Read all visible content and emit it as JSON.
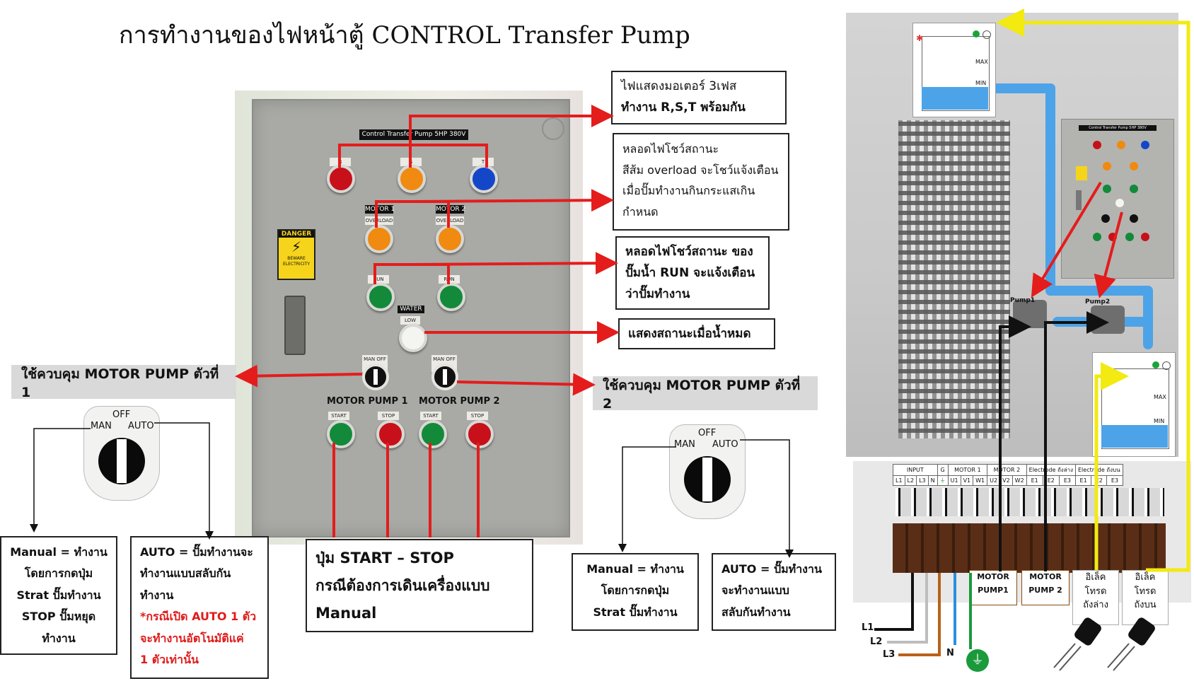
{
  "title": "การทำงานของไฟหน้าตู้ CONTROL Transfer  Pump",
  "panel": {
    "nameplate": "Control Transfer Pump 5HP 380V",
    "phase_labels": [
      "R",
      "S",
      "T"
    ],
    "motor_labels": [
      "MOTOR 1",
      "MOTOR 2"
    ],
    "overload_label": "OVERLOAD",
    "run_label": "RUN",
    "water_label": "WATER",
    "low_label": "LOW",
    "selector_label": "MAN OFF AUTO",
    "pump1_label": "MOTOR PUMP 1",
    "pump2_label": "MOTOR PUMP 2",
    "start_label": "START",
    "stop_label": "STOP",
    "danger_title": "DANGER",
    "danger_text": "BEWARE ELECTRICITY"
  },
  "callouts": {
    "phase": [
      "ไฟแสดงมอเตอร์ 3เฟส",
      "ทำงาน R,S,T พร้อมกัน"
    ],
    "overload": [
      "หลอดไฟโชว์สถานะ",
      "สีส้ม overload จะโชว์แจ้งเตือน",
      "เมื่อปั๊มทำงานกินกระแสเกิน",
      "กำหนด"
    ],
    "run": [
      "หลอดไฟโชว์สถานะ ของ",
      "ปั๊มน้ำ RUN จะแจ้งเตือน",
      "ว่าปั๊มทำงาน"
    ],
    "water": "แสดงสถานะเมื่อน้ำหมด",
    "control1": "ใช้ควบคุม MOTOR PUMP ตัวที่ 1",
    "control2": "ใช้ควบคุม MOTOR PUMP ตัวที่ 2"
  },
  "selector_switch": {
    "off": "OFF",
    "man": "MAN",
    "auto": "AUTO"
  },
  "left_manual": [
    "Manual = ทำงาน",
    "โดยการกดปุ่ม",
    "Strat  ปั๊มทำงาน",
    "STOP  ปั๊มหยุด",
    "ทำงาน"
  ],
  "left_auto": [
    "AUTO = ปั๊มทำงานจะ",
    "ทำงานแบบสลับกัน",
    "ทำงาน"
  ],
  "left_auto_note": [
    "*กรณีเปิด AUTO 1 ตัว",
    "จะทำงานอัตโนมัติแค่",
    "1 ตัวเท่านั้น"
  ],
  "start_stop": [
    "ปุ่ม START –  STOP",
    "กรณีต้องการเดินเครื่องแบบ",
    "Manual"
  ],
  "right_manual": [
    "Manual = ทำงาน",
    "โดยการกดปุ่ม",
    "Strat  ปั๊มทำงาน"
  ],
  "right_auto": [
    "AUTO = ปั๊มทำงาน",
    "จะทำงานแบบ",
    "สลับกันทำงาน"
  ],
  "scene": {
    "tank_max": "MAX",
    "tank_min": "MIN",
    "pump1": "Pump1",
    "pump2": "Pump2",
    "mini_nameplate": "Control Transfer Pump 5HP 380V"
  },
  "terminal": {
    "groups": [
      "INPUT",
      "G",
      "MOTOR 1",
      "MOTOR 2",
      "Electrode ถังล่าง",
      "Electrode ถังบน"
    ],
    "terminals": [
      "L1",
      "L2",
      "L3",
      "N",
      "⏚",
      "U1",
      "V1",
      "W1",
      "U2",
      "V2",
      "W2",
      "E1",
      "E2",
      "E3",
      "E1",
      "E2",
      "E3"
    ],
    "box_motor1": [
      "MOTOR",
      "PUMP1"
    ],
    "box_motor2": [
      "MOTOR",
      "PUMP 2"
    ],
    "box_lower": [
      "อิเล็ค",
      "โทรด",
      "ถังล่าง"
    ],
    "box_upper": [
      "อิเล็ค",
      "โทรด",
      "ถังบน"
    ],
    "wires": [
      "L1",
      "L2",
      "L3",
      "N"
    ]
  },
  "colors": {
    "arrow_red": "#e41c1c",
    "lamp_red": "#c8101a",
    "lamp_orange": "#f08a10",
    "lamp_blue": "#1447c8",
    "lamp_green": "#128a3a",
    "wire_yellow": "#f2ea10",
    "water_blue": "#4da3e8"
  }
}
